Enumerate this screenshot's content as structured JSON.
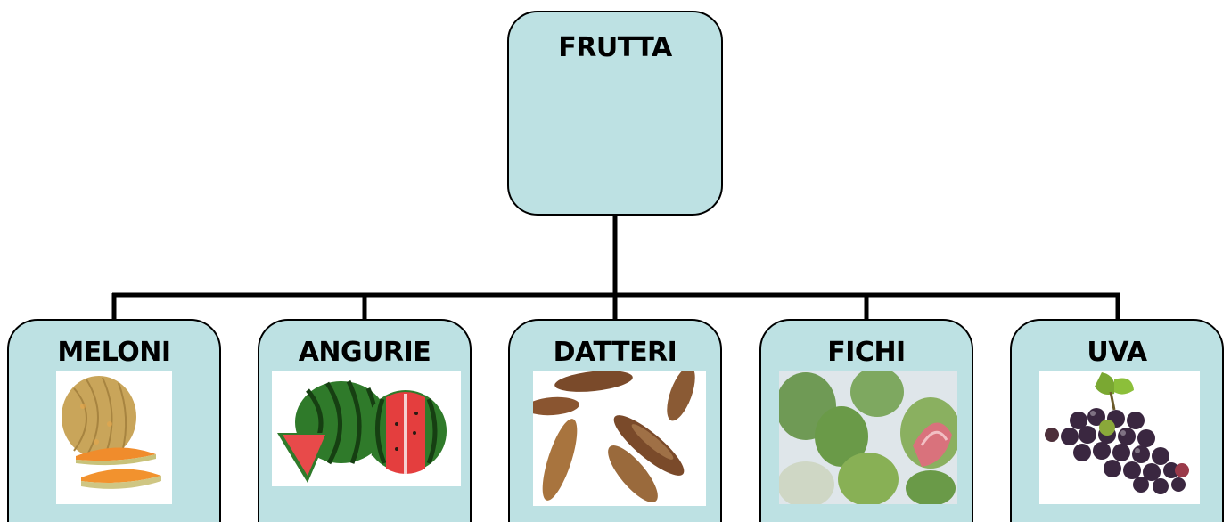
{
  "diagram": {
    "root": {
      "label": "FRUTTA"
    },
    "children": [
      {
        "label": "MELONI",
        "image": "melon-image"
      },
      {
        "label": "ANGURIE",
        "image": "watermelon-image"
      },
      {
        "label": "DATTERI",
        "image": "dates-image"
      },
      {
        "label": "FICHI",
        "image": "figs-image"
      },
      {
        "label": "UVA",
        "image": "grapes-image"
      }
    ],
    "colors": {
      "node_fill": "#bde1e3",
      "line": "#000000"
    }
  }
}
